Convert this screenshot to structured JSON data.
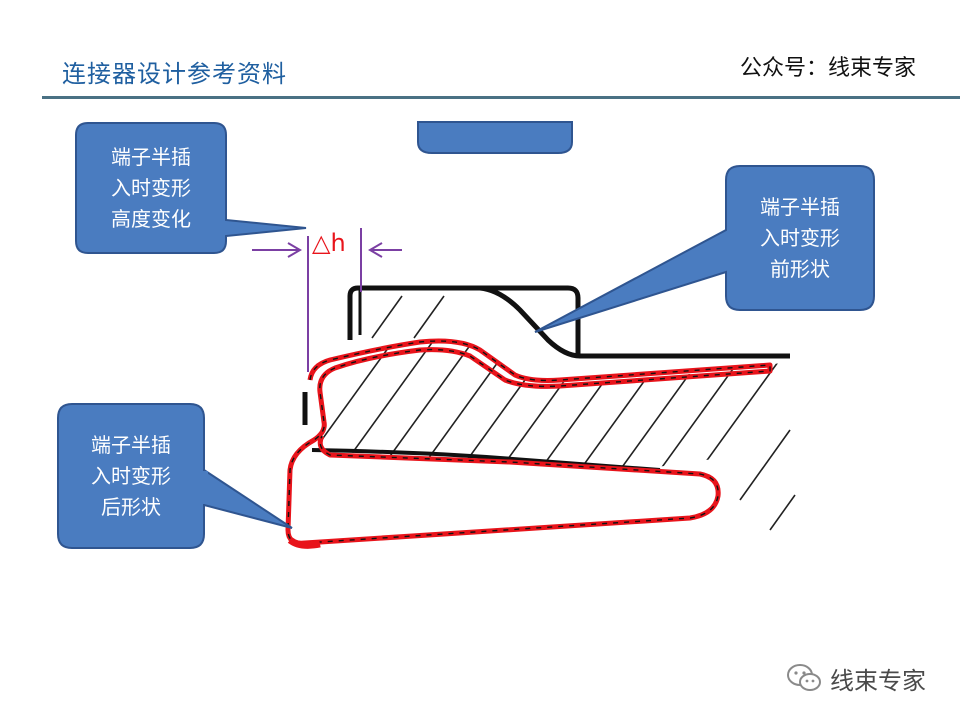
{
  "header": {
    "title": "连接器设计参考资料",
    "account": "公众号：线束专家"
  },
  "diagram": {
    "delta_h_label": "△h",
    "callouts": {
      "height_change": [
        "端子半插",
        "入时变形",
        "高度变化"
      ],
      "before_shape": [
        "端子半插",
        "入时变形",
        "前形状"
      ],
      "after_shape": [
        "端子半插",
        "入时变形",
        "后形状"
      ]
    },
    "colors": {
      "callout_fill": "#4a7cc0",
      "callout_border": "#2f5590",
      "deformed_outline": "#e8141b",
      "dimension_line": "#7b3fa3",
      "delta_h": "#e8141b"
    }
  },
  "watermark": {
    "icon": "wechat-icon",
    "text": "线束专家"
  }
}
